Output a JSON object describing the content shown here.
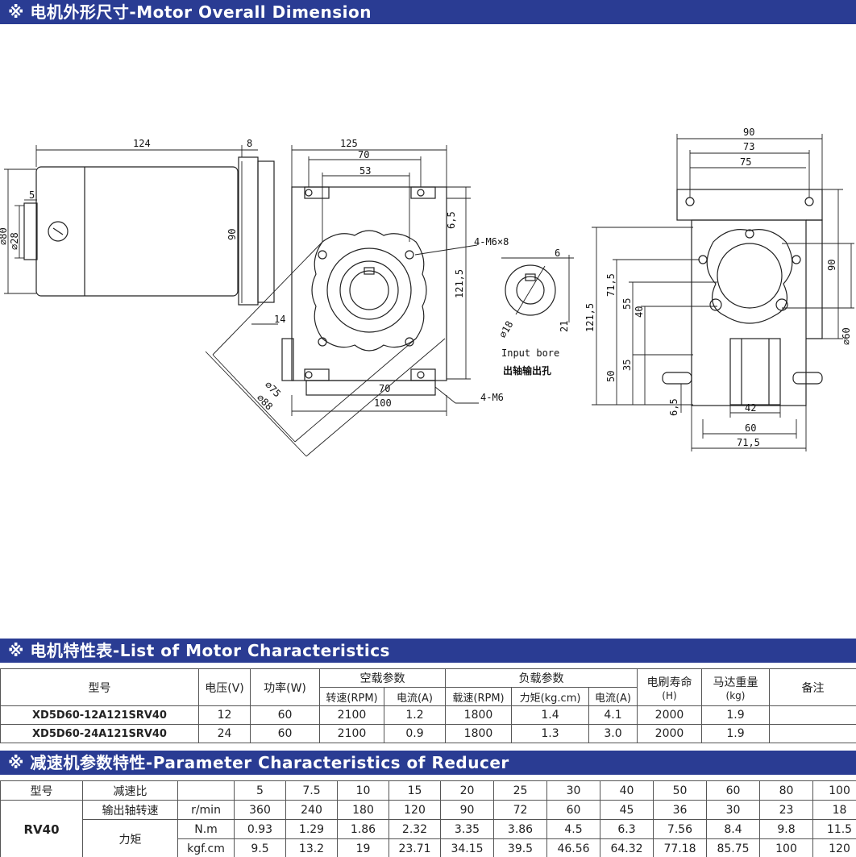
{
  "sections": {
    "dimension_title": "※ 电机外形尺寸-Motor Overall Dimension",
    "motor_title": "※ 电机特性表-List of Motor Characteristics",
    "reducer_title": "※ 减速机参数特性-Parameter Characteristics of Reducer"
  },
  "drawing": {
    "dims": {
      "d124": "124",
      "d8": "8",
      "d125": "125",
      "d70a": "70",
      "d53": "53",
      "d5": "5",
      "dphi28": "⌀28",
      "dphi80": "⌀80",
      "d90": "90",
      "d14": "14",
      "dphi75": "⌀75",
      "dphi88": "⌀88",
      "d65a": "6,5",
      "d1215a": "121,5",
      "d4m6x8": "4-M6×8",
      "d70b": "70",
      "d100": "100",
      "d4m6": "4-M6",
      "dphi18": "⌀18",
      "d6": "6",
      "d21": "21",
      "d90b": "90",
      "d73": "73",
      "d75": "75",
      "d90c": "90",
      "dphi60": "⌀60",
      "d1215b": "121,5",
      "d715a": "71,5",
      "d55": "55",
      "d40": "40",
      "d35": "35",
      "d50": "50",
      "d65b": "6,5",
      "d42": "42",
      "d60": "60",
      "d715b": "71,5"
    },
    "input_bore_en": "Input bore",
    "input_bore_cn": "出轴输出孔"
  },
  "motor_table": {
    "headers": {
      "model": "型号",
      "voltage": "电压(V)",
      "power": "功率(W)",
      "no_load": "空载参数",
      "load": "负载参数",
      "brush_life": "电刷寿命",
      "brush_life_unit": "(H)",
      "weight": "马达重量",
      "weight_unit": "(kg)",
      "notes": "备注"
    },
    "sub_headers": {
      "nl_speed": "转速(RPM)",
      "nl_current": "电流(A)",
      "l_speed": "载速(RPM)",
      "l_torque": "力矩(kg.cm)",
      "l_current": "电流(A)"
    },
    "rows": [
      {
        "model": "XD5D60-12A121SRV40",
        "voltage": "12",
        "power": "60",
        "nl_speed": "2100",
        "nl_current": "1.2",
        "l_speed": "1800",
        "l_torque": "1.4",
        "l_current": "4.1",
        "life": "2000",
        "weight": "1.9",
        "note": ""
      },
      {
        "model": "XD5D60-24A121SRV40",
        "voltage": "24",
        "power": "60",
        "nl_speed": "2100",
        "nl_current": "0.9",
        "l_speed": "1800",
        "l_torque": "1.3",
        "l_current": "3.0",
        "life": "2000",
        "weight": "1.9",
        "note": ""
      }
    ]
  },
  "reducer_table": {
    "model_label": "型号",
    "ratio_label": "减速比",
    "model": "RV40",
    "speed_label": "输出轴转速",
    "speed_unit": "r/min",
    "torque_label": "力矩",
    "torque_unit_nm": "N.m",
    "torque_unit_kgf": "kgf.cm",
    "ratios": [
      "5",
      "7.5",
      "10",
      "15",
      "20",
      "25",
      "30",
      "40",
      "50",
      "60",
      "80",
      "100"
    ],
    "speeds": [
      "360",
      "240",
      "180",
      "120",
      "90",
      "72",
      "60",
      "45",
      "36",
      "30",
      "23",
      "18"
    ],
    "torque_nm": [
      "0.93",
      "1.29",
      "1.86",
      "2.32",
      "3.35",
      "3.86",
      "4.5",
      "6.3",
      "7.56",
      "8.4",
      "9.8",
      "11.5"
    ],
    "torque_kgf": [
      "9.5",
      "13.2",
      "19",
      "23.71",
      "34.15",
      "39.5",
      "46.56",
      "64.32",
      "77.18",
      "85.75",
      "100",
      "120"
    ]
  }
}
